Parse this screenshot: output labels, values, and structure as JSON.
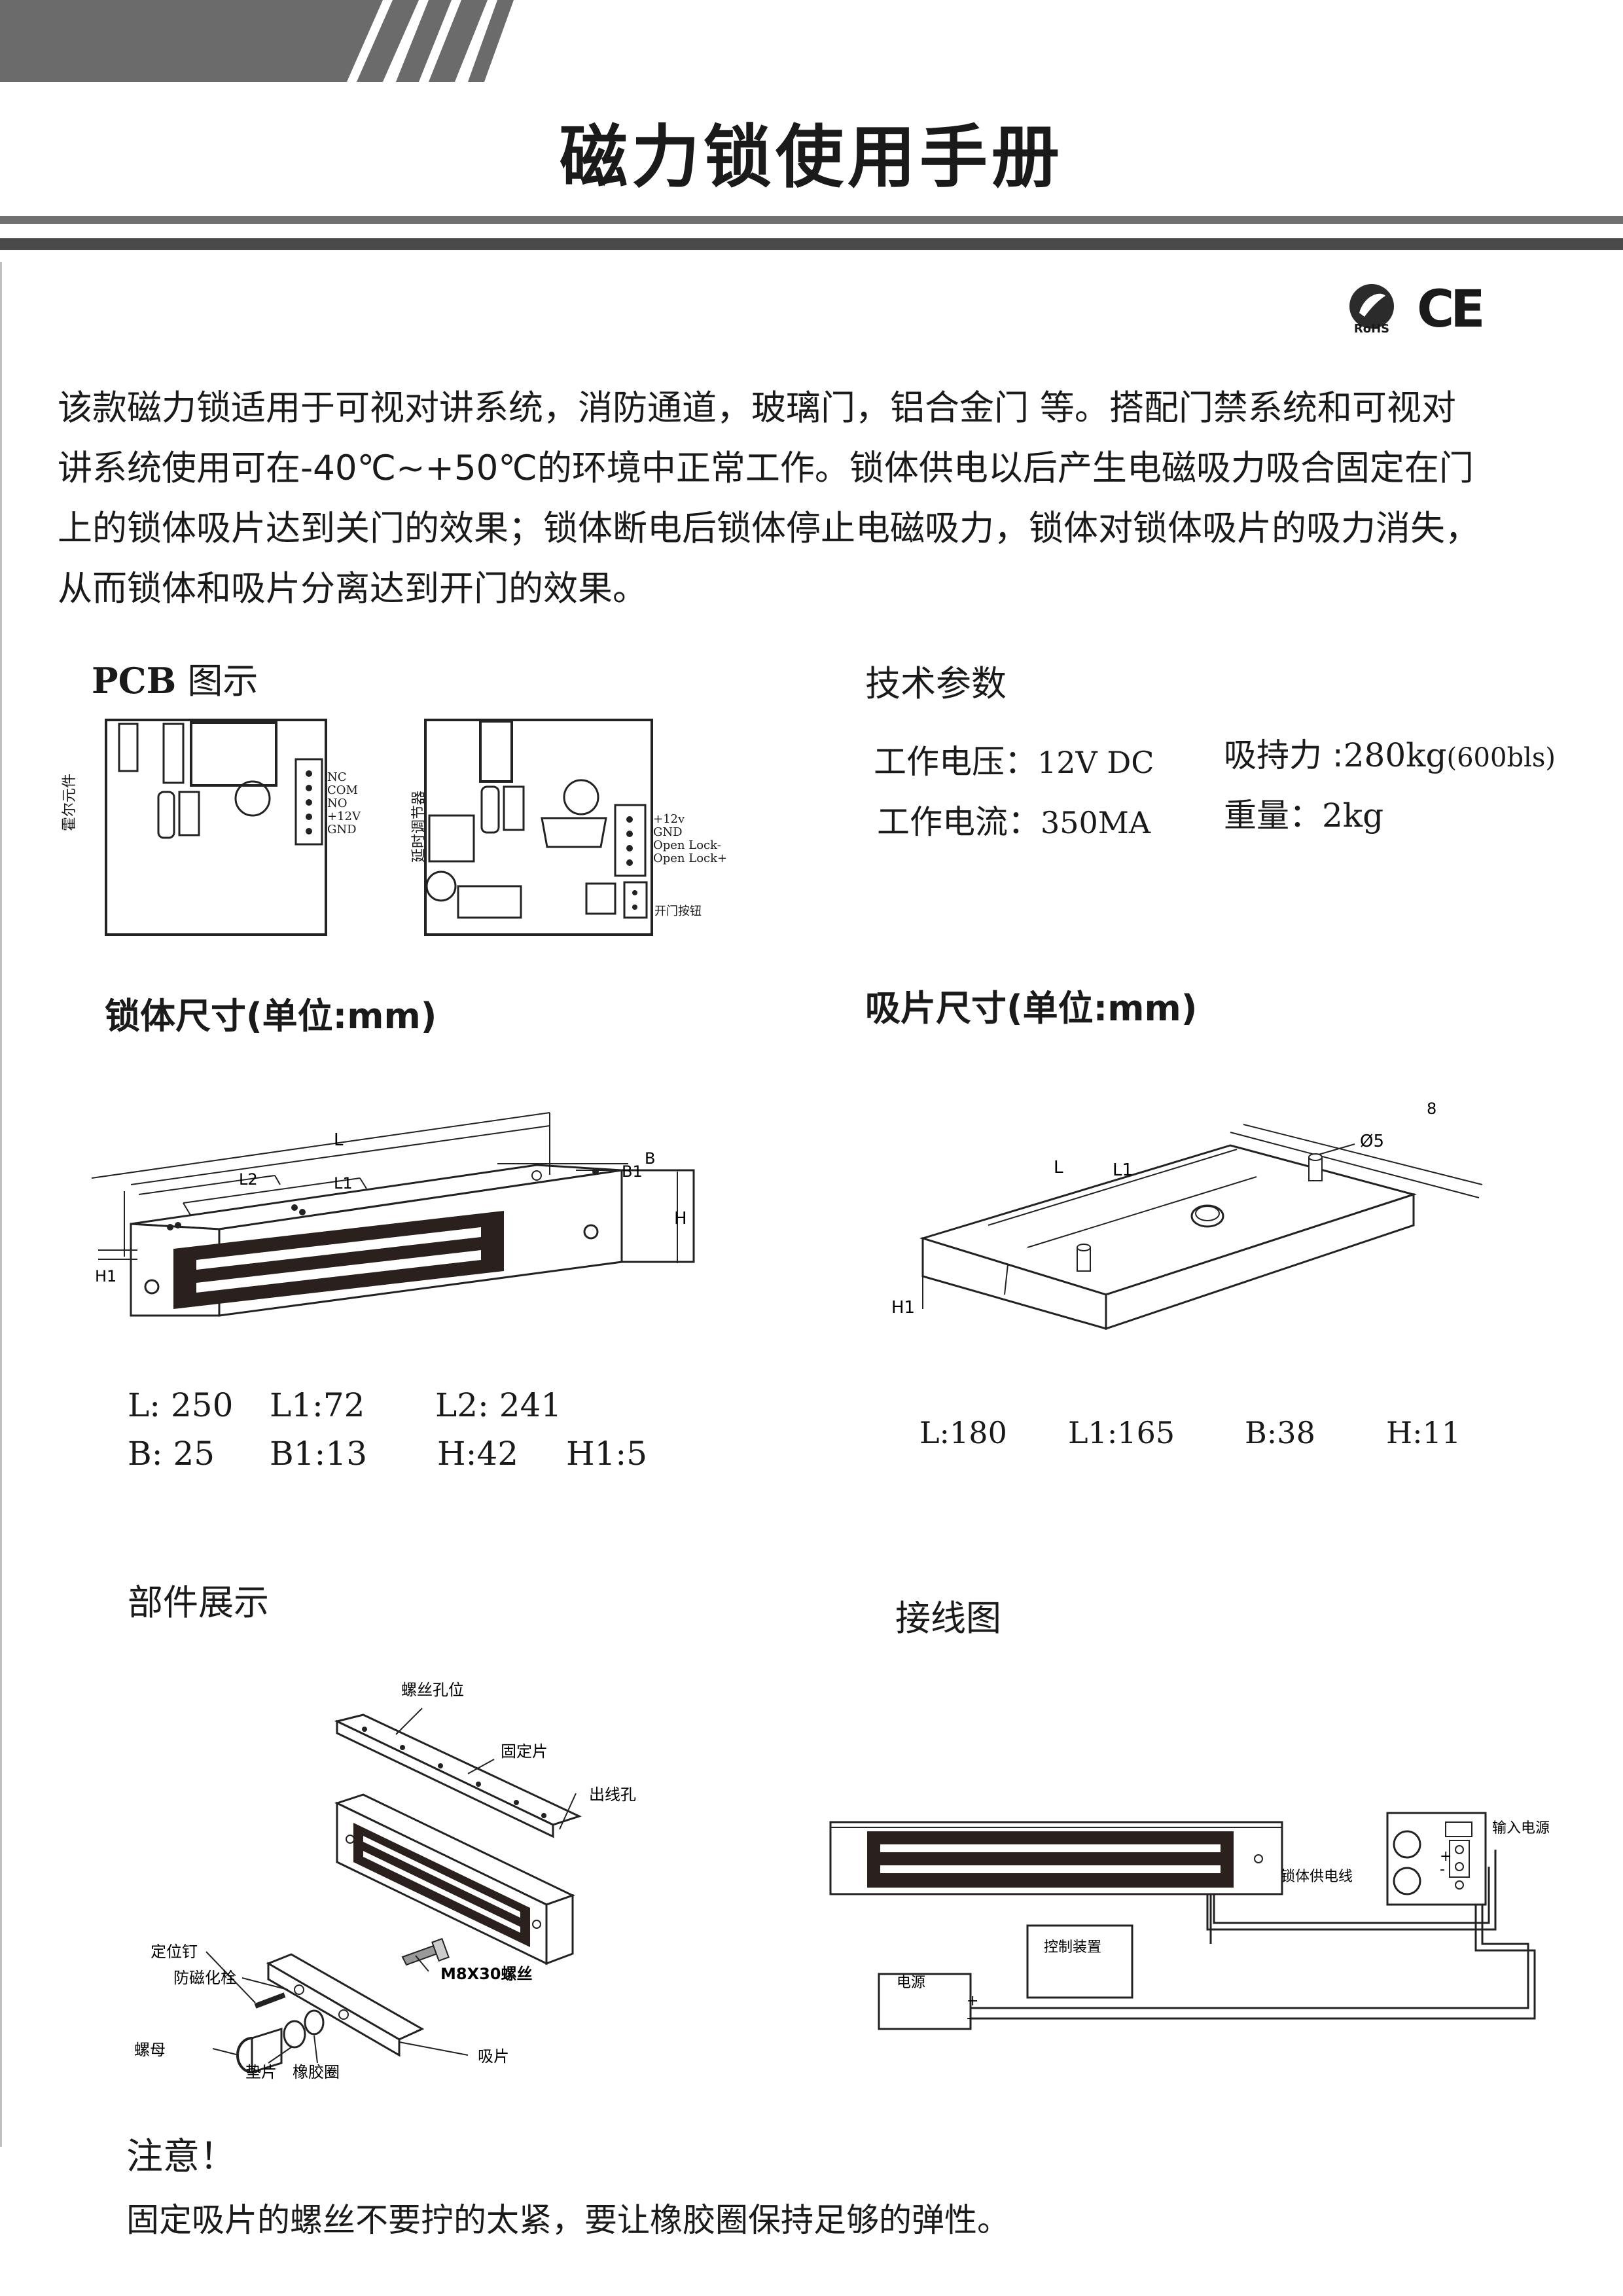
{
  "title": "磁力锁使用手册",
  "cert": {
    "rohs": "RoHS",
    "ce": "CE"
  },
  "intro": [
    "该款磁力锁适用于可视对讲系统，消防通道，玻璃门，铝合金门 等。搭配门禁系统和可视对",
    "讲系统使用可在-40℃~+50℃的环境中正常工作。锁体供电以后产生电磁吸力吸合固定在门",
    "上的锁体吸片达到关门的效果；锁体断电后锁体停止电磁吸力，锁体对锁体吸片的吸力消失，",
    "从而锁体和吸片分离达到开门的效果。"
  ],
  "pcb": {
    "title_en": "PCB",
    "title_zh": "图示",
    "left_side_label": "霍尔元件",
    "left_pins": [
      "NC",
      "COM",
      "NO",
      "+12V",
      "GND"
    ],
    "right_side_label": "延时调节器",
    "right_pins": [
      "+12v",
      "GND",
      "Open Lock-",
      "Open Lock+"
    ],
    "button_label": "开门按钮"
  },
  "specs": {
    "title": "技术参数",
    "voltage_label": "工作电压：",
    "voltage_value": "12V DC",
    "current_label": "工作电流：",
    "current_value": "350MA",
    "holding_label": "吸持力 :",
    "holding_value": "280kg",
    "holding_unit": "(600bls)",
    "weight_label": "重量：",
    "weight_value": "2kg"
  },
  "lock_dims": {
    "title": "锁体尺寸(单位:mm)",
    "labels": {
      "L": "L",
      "L1": "L1",
      "L2": "L2",
      "B": "B",
      "B1": "B1",
      "H": "H",
      "H1": "H1"
    },
    "row1": [
      "L: 250",
      "L1:72",
      "L2: 241"
    ],
    "row2": [
      "B: 25",
      "B1:13",
      "H:42",
      "H1:5"
    ]
  },
  "plate_dims": {
    "title": "吸片尺寸(单位:mm)",
    "labels": {
      "L": "L",
      "L1": "L1",
      "H1": "H1",
      "d5": "Ø5",
      "eight": "8"
    },
    "row": [
      "L:180",
      "L1:165",
      "B:38",
      "H:11"
    ]
  },
  "parts": {
    "title": "部件展示",
    "screw_hole": "螺丝孔位",
    "fix_plate": "固定片",
    "wire_hole": "出线孔",
    "pin": "定位钉",
    "anti_mag": "防磁化栓",
    "screw": "M8X30螺丝",
    "nut": "螺母",
    "washer": "垫片",
    "rubber": "橡胶圈",
    "plate": "吸片"
  },
  "wiring": {
    "title": "接线图",
    "input_power": "输入电源",
    "lock_wire": "锁体供电线",
    "controller": "控制装置",
    "power": "电源"
  },
  "note": {
    "title": "注意！",
    "text": "固定吸片的螺丝不要拧的太紧，要让橡胶圈保持足够的弹性。"
  }
}
